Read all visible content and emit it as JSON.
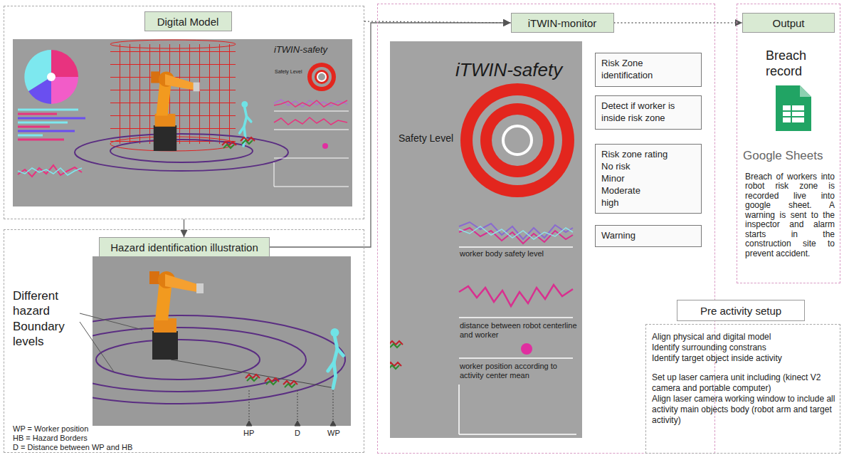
{
  "diagram": {
    "nodes": [
      {
        "text": [
          "Digital Model"
        ]
      },
      {
        "text": [
          "Hazard identification illustration"
        ]
      },
      {
        "text": [
          "iTWIN-monitor"
        ]
      },
      {
        "text": [
          "Risk Zone identification"
        ],
        "in": 2
      },
      {
        "text": [
          "Detect if worker is inside risk zone"
        ],
        "in": 2
      },
      {
        "text": [
          "Risk zone rating",
          "No risk",
          "Minor",
          "Moderate",
          "high"
        ],
        "in": 2
      },
      {
        "text": [
          "Warning"
        ],
        "in": 2
      },
      {
        "text": [
          "Output",
          "Breach record",
          "Google Sheets",
          "Breach of workers into robot risk zone is recorded live into google sheet. A warning is sent to the inspector and alarm starts in the construction site to prevent accident."
        ]
      },
      {
        "text": [
          "Pre activity setup",
          "Align physical and digital model",
          "Identify surrounding constrans",
          "Identify target object inside activity",
          "Set up laser camera unit including (kinect V2 camera and portable computer)",
          "Align laser camera working window to include all activity main objects body (robot arm and target activity)"
        ]
      }
    ],
    "edges": [
      {
        "from": 0,
        "to": 2,
        "arrow": "to"
      },
      {
        "from": 1,
        "to": 2,
        "arrow": "to"
      },
      {
        "from": 0,
        "to": 1,
        "arrow": "to"
      },
      {
        "from": 2,
        "to": 7,
        "arrow": "to"
      }
    ],
    "labels": [
      "iTWIN-safety",
      "Safety Level",
      "Different hazard Boundary levels",
      "WP = Worker position",
      "HB = Hazard Borders",
      "D = Distance between WP and HB",
      "HP",
      "D",
      "WP",
      "iTWIN-safety",
      "Safety Level",
      "worker body safety level",
      "distance between robot centerline and worker",
      "worker position according to activity center mean"
    ]
  }
}
